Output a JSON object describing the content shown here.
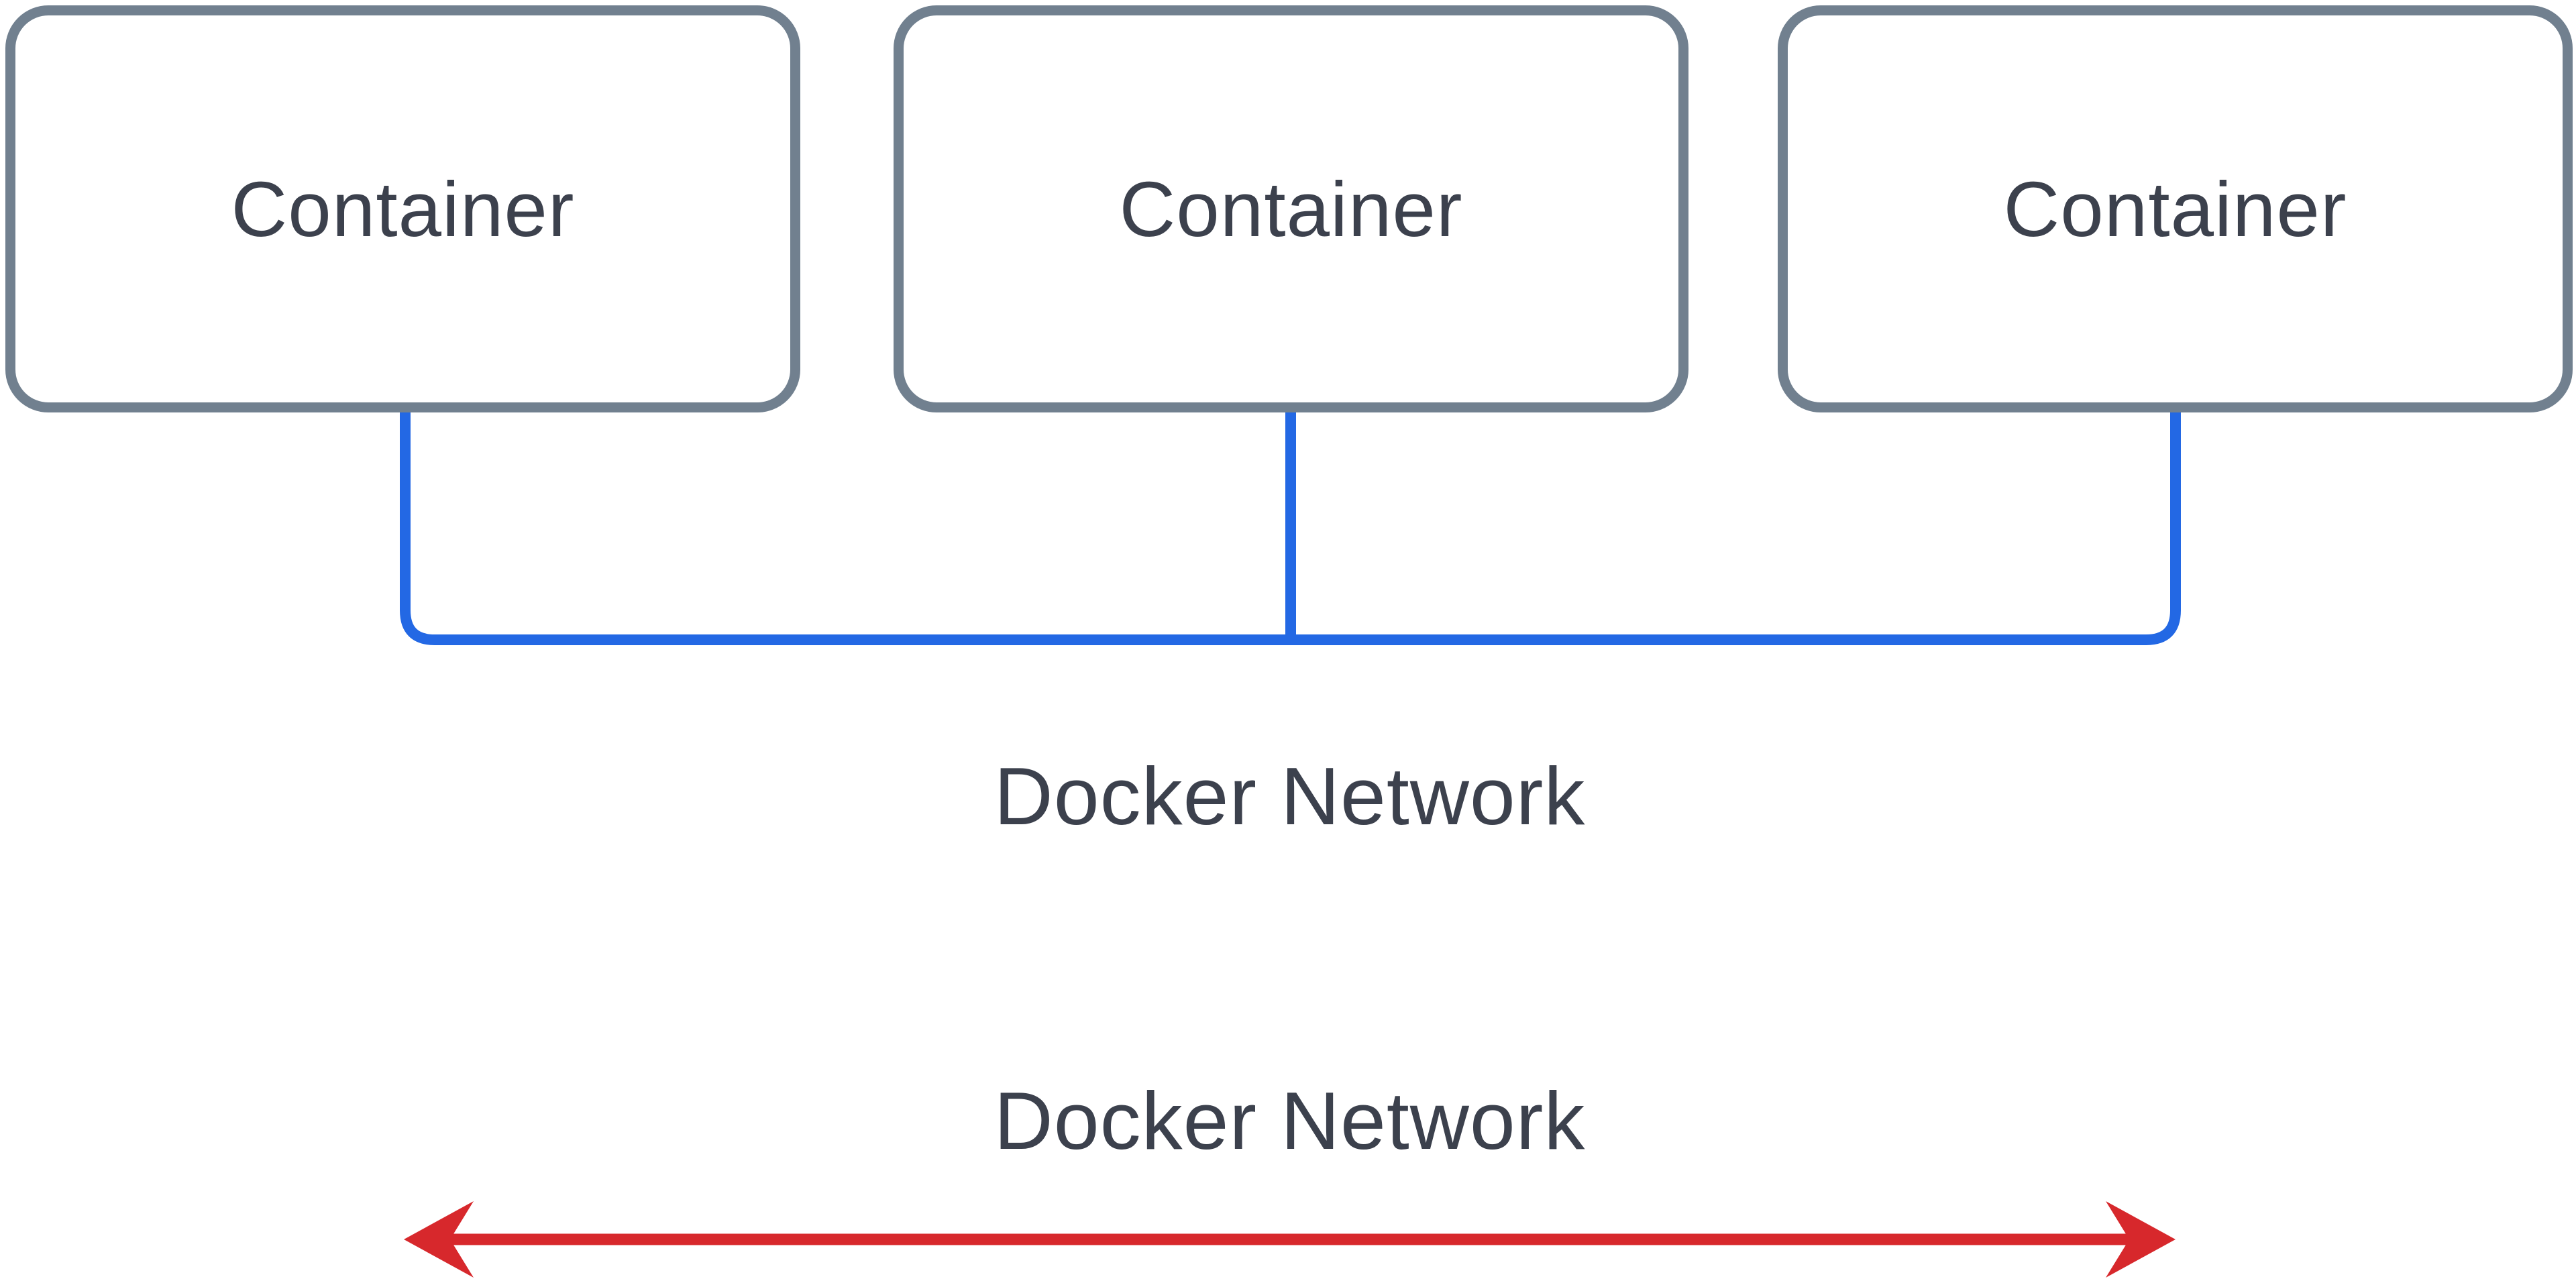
{
  "diagram": {
    "title_hint": "Docker Network diagram",
    "containers": [
      {
        "label": "Container"
      },
      {
        "label": "Container"
      },
      {
        "label": "Container"
      }
    ],
    "network_label_top": "Docker Network",
    "network_label_bottom": "Docker Network",
    "colors": {
      "background": "#FFFFFF",
      "box_fill": "#FFFFFF",
      "box_border": "#71808F",
      "label_text": "#3C414D",
      "network_line": "#2368E4",
      "arrow": "#D7282C"
    }
  }
}
